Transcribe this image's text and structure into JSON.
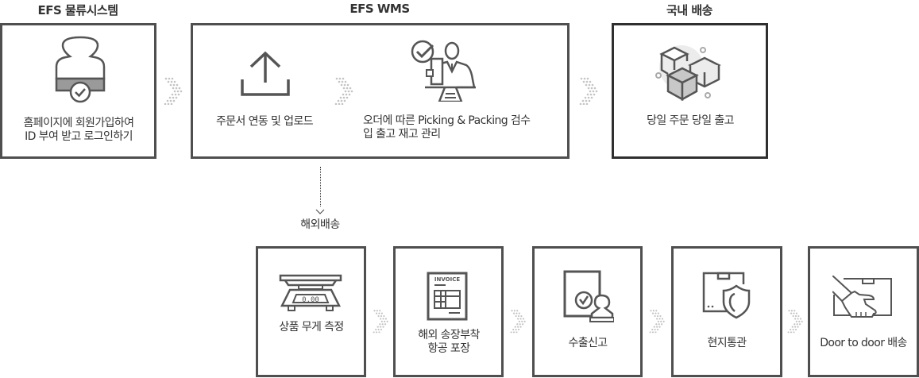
{
  "sections": {
    "efs_system": {
      "title": "EFS 물류시스템",
      "steps": [
        {
          "label_lines": [
            "홈페이지에 회원가입하여",
            "ID 부여 받고 로그인하기"
          ],
          "icon": "user-check-icon"
        }
      ]
    },
    "efs_wms": {
      "title": "EFS WMS",
      "steps": [
        {
          "label_lines": [
            "주문서 연동 및 업로드"
          ],
          "icon": "upload-icon"
        },
        {
          "label_lines": [
            "오더에 따른 Picking & Packing 검수",
            "입 출고 재고 관리"
          ],
          "icon": "inspector-check-icon"
        }
      ]
    },
    "domestic": {
      "title": "국내 배송",
      "steps": [
        {
          "label_lines": [
            "당일 주문 당일 출고"
          ],
          "icon": "boxes-icon"
        }
      ]
    },
    "overseas": {
      "title": "해외배송",
      "steps": [
        {
          "label_lines": [
            "상품 무게 측정"
          ],
          "icon": "scale-icon",
          "display": "0.00"
        },
        {
          "label_lines": [
            "해외 송장부착",
            "항공 포장"
          ],
          "icon": "invoice-icon",
          "doc_title": "INVOICE"
        },
        {
          "label_lines": [
            "수출신고"
          ],
          "icon": "stamp-document-icon"
        },
        {
          "label_lines": [
            "현지통관"
          ],
          "icon": "box-shield-icon"
        },
        {
          "label_lines": [
            "Door to door 배송"
          ],
          "icon": "hand-delivery-icon"
        }
      ]
    }
  },
  "colors": {
    "border": "#4f4f4f",
    "border_dark": "#2f2f2f",
    "text": "#333333",
    "icon_stroke": "#555555",
    "icon_fill": "#9a9a9a",
    "chevron_dots": "#c4c4c4"
  }
}
